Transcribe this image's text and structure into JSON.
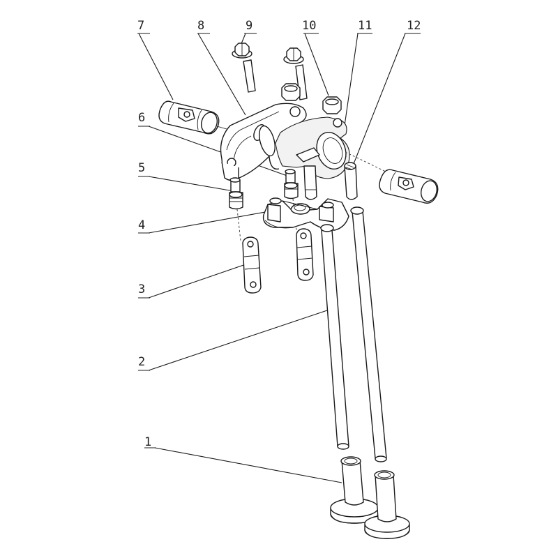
{
  "diagram": {
    "type": "exploded-assembly-drawing",
    "subject": "valve train rocker arm assembly",
    "callouts": [
      {
        "id": "1",
        "label": "1"
      },
      {
        "id": "2",
        "label": "2"
      },
      {
        "id": "3",
        "label": "3"
      },
      {
        "id": "4",
        "label": "4"
      },
      {
        "id": "5",
        "label": "5"
      },
      {
        "id": "6",
        "label": "6"
      },
      {
        "id": "7",
        "label": "7"
      },
      {
        "id": "8",
        "label": "8"
      },
      {
        "id": "9",
        "label": "9"
      },
      {
        "id": "10",
        "label": "10"
      },
      {
        "id": "11",
        "label": "11"
      },
      {
        "id": "12",
        "label": "12"
      }
    ],
    "colors": {
      "line": "#1a1a1a",
      "background": "#ffffff"
    }
  }
}
